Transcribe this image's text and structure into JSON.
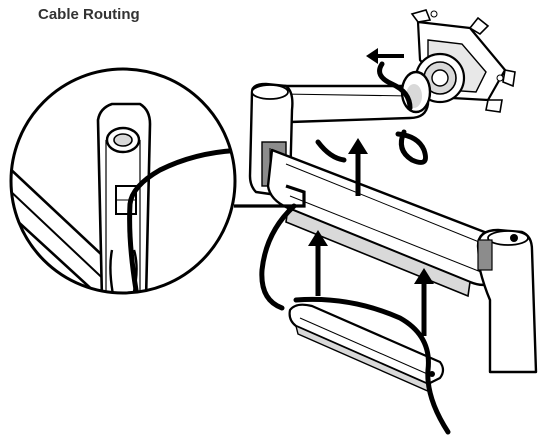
{
  "title": "Cable Routing",
  "colors": {
    "line": "#000000",
    "body_fill": "#ffffff",
    "shade": "#d9d9d9",
    "dark_shade": "#8c8c8c",
    "title_text": "#333333"
  },
  "icons": [
    "cable-routing-arrow",
    "magnifier-callout"
  ]
}
